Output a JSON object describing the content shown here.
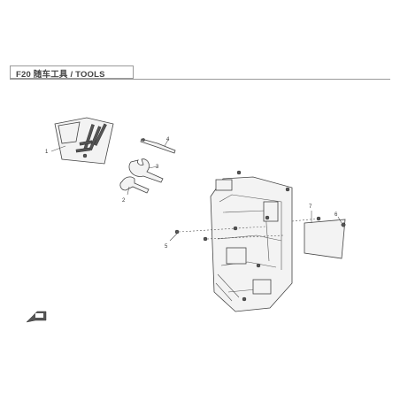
{
  "header": {
    "title": "F20 随车工具 / TOOLS"
  },
  "callouts": {
    "c1": "1",
    "c2": "2",
    "c3": "3",
    "c4": "4",
    "c5": "5",
    "c6": "6",
    "c7": "7"
  },
  "colors": {
    "line": "#555555",
    "frame": "#9a9a9a",
    "text": "#444444"
  }
}
